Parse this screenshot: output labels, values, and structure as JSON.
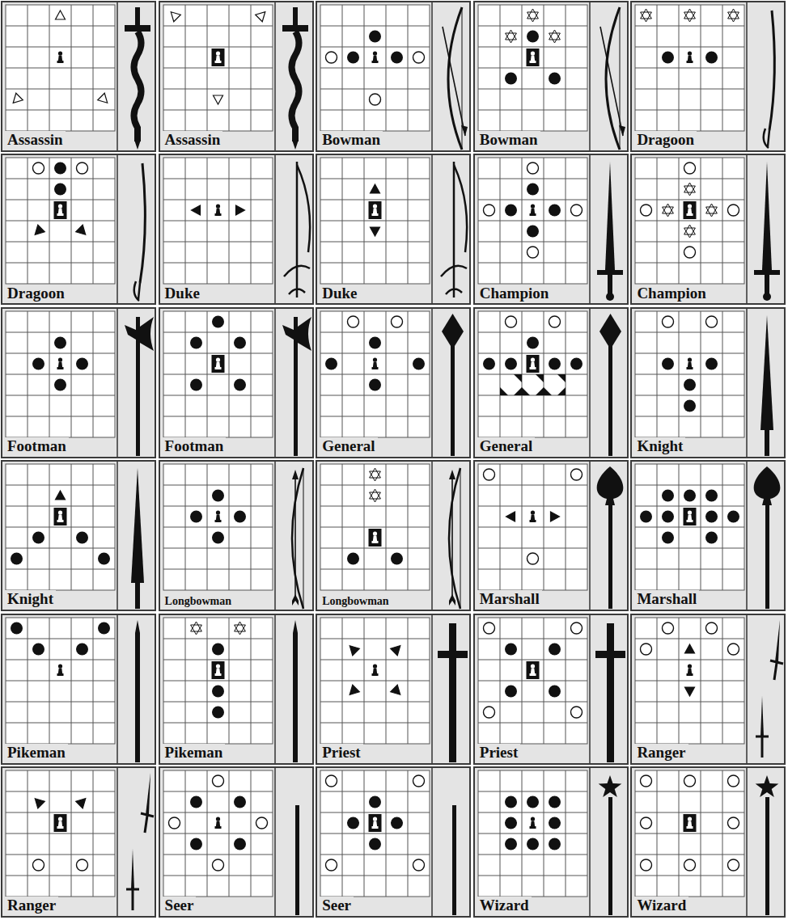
{
  "diagram": {
    "nodes": [
      {
        "text": [
          "Assassin"
        ]
      },
      {
        "text": [
          "Assassin"
        ]
      },
      {
        "text": [
          "Bowman"
        ]
      },
      {
        "text": [
          "Bowman"
        ]
      },
      {
        "text": [
          "Dragoon"
        ]
      },
      {
        "text": [
          "Dragoon"
        ]
      },
      {
        "text": [
          "Duke"
        ]
      },
      {
        "text": [
          "Duke"
        ]
      },
      {
        "text": [
          "Champion"
        ]
      },
      {
        "text": [
          "Champion"
        ]
      },
      {
        "text": [
          "Footman"
        ]
      },
      {
        "text": [
          "Footman"
        ]
      },
      {
        "text": [
          "General"
        ]
      },
      {
        "text": [
          "General"
        ]
      },
      {
        "text": [
          "Knight"
        ]
      },
      {
        "text": [
          "Knight"
        ]
      },
      {
        "text": [
          "Longbowman"
        ]
      },
      {
        "text": [
          "Longbowman"
        ]
      },
      {
        "text": [
          "Marshall"
        ]
      },
      {
        "text": [
          "Marshall"
        ]
      },
      {
        "text": [
          "Pikeman"
        ]
      },
      {
        "text": [
          "Pikeman"
        ]
      },
      {
        "text": [
          "Priest"
        ]
      },
      {
        "text": [
          "Priest"
        ]
      },
      {
        "text": [
          "Ranger"
        ]
      },
      {
        "text": [
          "Ranger"
        ]
      },
      {
        "text": [
          "Seer"
        ]
      },
      {
        "text": [
          "Seer"
        ]
      },
      {
        "text": [
          "Wizard"
        ]
      },
      {
        "text": [
          "Wizard"
        ]
      }
    ]
  }
}
